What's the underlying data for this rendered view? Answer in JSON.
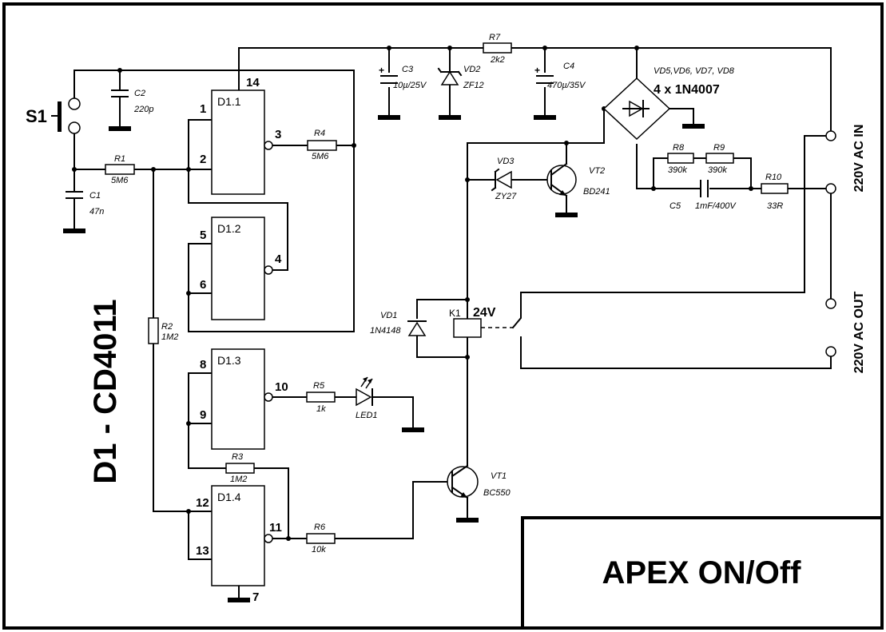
{
  "title": "APEX ON/Off",
  "ic_note": "D1 - CD4011",
  "switch_label": "S1",
  "gates": [
    {
      "name": "D1.1",
      "pins": [
        "1",
        "2",
        "3",
        "14"
      ]
    },
    {
      "name": "D1.2",
      "pins": [
        "5",
        "6",
        "4"
      ]
    },
    {
      "name": "D1.3",
      "pins": [
        "8",
        "9",
        "10"
      ]
    },
    {
      "name": "D1.4",
      "pins": [
        "12",
        "13",
        "11",
        "7"
      ]
    }
  ],
  "components": {
    "C1": {
      "ref": "C1",
      "value": "47n"
    },
    "C2": {
      "ref": "C2",
      "value": "220p"
    },
    "C3": {
      "ref": "C3",
      "value": "10µ/25V"
    },
    "C4": {
      "ref": "C4",
      "value": "470µ/35V"
    },
    "C5": {
      "ref": "C5",
      "value": "1mF/400V"
    },
    "R1": {
      "ref": "R1",
      "value": "5M6"
    },
    "R2": {
      "ref": "R2",
      "value": "1M2"
    },
    "R3": {
      "ref": "R3",
      "value": "1M2"
    },
    "R4": {
      "ref": "R4",
      "value": "5M6"
    },
    "R5": {
      "ref": "R5",
      "value": "1k"
    },
    "R6": {
      "ref": "R6",
      "value": "10k"
    },
    "R7": {
      "ref": "R7",
      "value": "2k2"
    },
    "R8": {
      "ref": "R8",
      "value": "390k"
    },
    "R9": {
      "ref": "R9",
      "value": "390k"
    },
    "R10": {
      "ref": "R10",
      "value": "33R"
    },
    "VD1": {
      "ref": "VD1",
      "value": "1N4148"
    },
    "VD2": {
      "ref": "VD2",
      "value": "ZF12"
    },
    "VD3": {
      "ref": "VD3",
      "value": "ZY27"
    },
    "VT1": {
      "ref": "VT1",
      "value": "BC550"
    },
    "VT2": {
      "ref": "VT2",
      "value": "BD241"
    },
    "LED1": {
      "ref": "LED1"
    },
    "K1": {
      "ref": "K1",
      "value": "24V"
    },
    "BRIDGE": {
      "ref": "VD5,VD6, VD7, VD8",
      "value": "4 x 1N4007"
    }
  },
  "terminals": {
    "ac_in": "220V AC IN",
    "ac_out": "220V AC OUT"
  }
}
